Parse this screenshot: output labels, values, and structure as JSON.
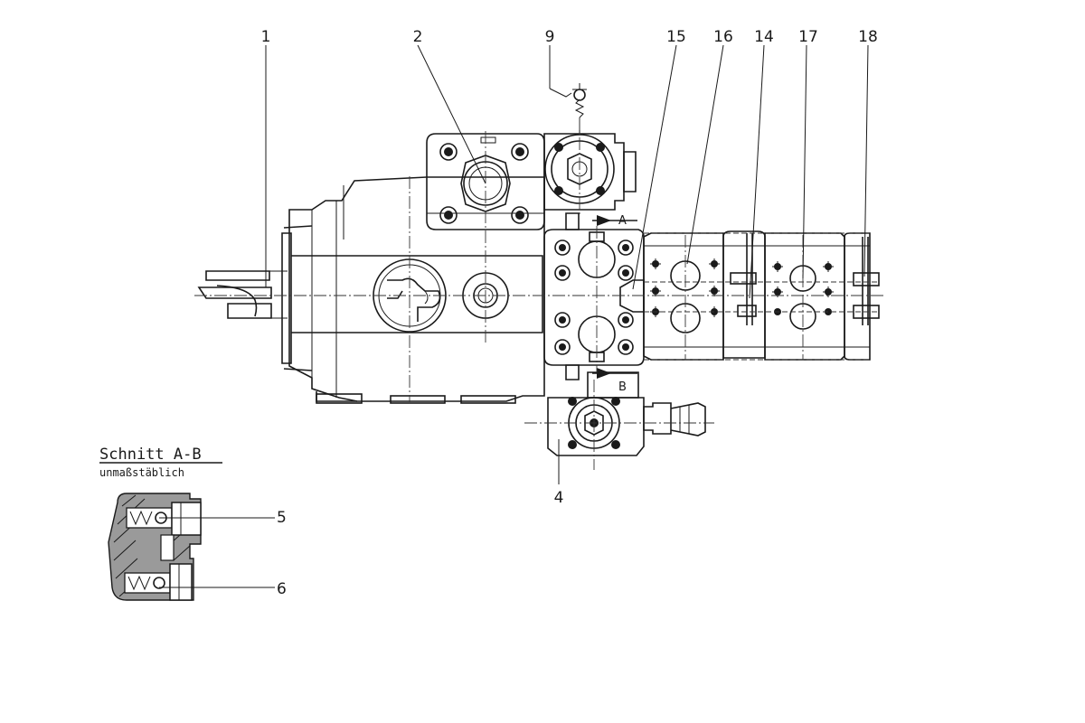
{
  "labels": {
    "l1": "1",
    "l2": "2",
    "l9": "9",
    "l15": "15",
    "l16": "16",
    "l14": "14",
    "l17": "17",
    "l18": "18",
    "l4": "4",
    "l5": "5",
    "l6": "6"
  },
  "section": {
    "title": "Schnitt A-B",
    "subtitle": "unmaßstäblich"
  },
  "markers": {
    "a": "A",
    "b": "B"
  }
}
